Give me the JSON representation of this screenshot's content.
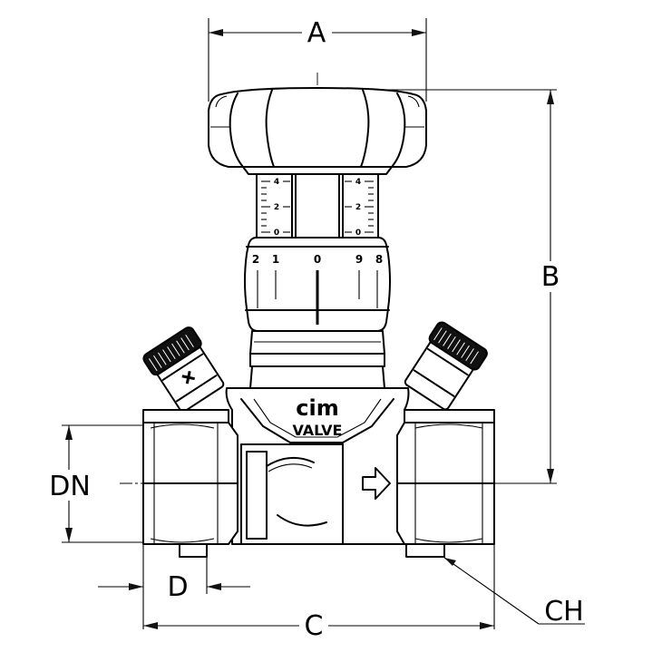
{
  "dimensions": {
    "a": "A",
    "b": "B",
    "c": "C",
    "d": "D",
    "dn": "DN",
    "ch": "CH"
  },
  "brand": {
    "logo": "cim",
    "name": "VALVE"
  },
  "scale_left": [
    "4",
    "2",
    "0"
  ],
  "scale_right": [
    "4",
    "2",
    "0"
  ],
  "dial_numbers": [
    "2",
    "1",
    "0",
    "9",
    "8"
  ],
  "colors": {
    "line": "#000000",
    "background": "#ffffff"
  }
}
